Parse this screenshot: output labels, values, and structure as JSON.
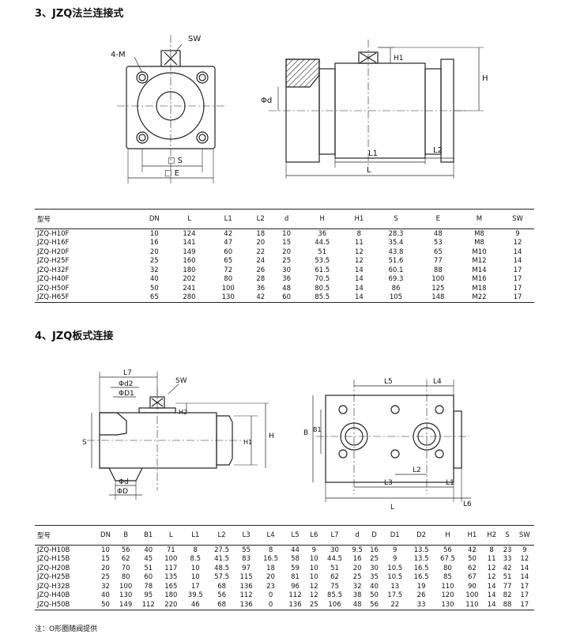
{
  "section3": {
    "heading": "3、JZQ法兰连接式",
    "labels": {
      "sw": "SW",
      "four_m": "4-M",
      "s": "□ S",
      "e": "□ E",
      "h1": "H1",
      "h": "H",
      "phi_d": "Φd",
      "l1": "L1",
      "l2": "L2",
      "l": "L"
    },
    "table": {
      "headers": [
        "型号",
        "DN",
        "L",
        "L1",
        "L2",
        "d",
        "H",
        "H1",
        "S",
        "E",
        "M",
        "SW"
      ],
      "rows": [
        [
          "JZQ-H10F",
          "10",
          "124",
          "42",
          "18",
          "10",
          "36",
          "8",
          "28.3",
          "48",
          "M8",
          "9"
        ],
        [
          "JZQ-H16F",
          "16",
          "141",
          "47",
          "20",
          "15",
          "44.5",
          "11",
          "35.4",
          "53",
          "M8",
          "12"
        ],
        [
          "JZQ-H20F",
          "20",
          "149",
          "60",
          "22",
          "20",
          "51",
          "12",
          "43.8",
          "65",
          "M10",
          "14"
        ],
        [
          "JZQ-H25F",
          "25",
          "160",
          "65",
          "24",
          "25",
          "53.5",
          "12",
          "51.6",
          "77",
          "M12",
          "14"
        ],
        [
          "JZQ-H32F",
          "32",
          "180",
          "72",
          "26",
          "30",
          "61.5",
          "14",
          "60.1",
          "88",
          "M14",
          "17"
        ],
        [
          "JZQ-H40F",
          "40",
          "202",
          "80",
          "28",
          "36",
          "70.5",
          "14",
          "69.3",
          "100",
          "M16",
          "17"
        ],
        [
          "JZQ-H50F",
          "50",
          "241",
          "100",
          "36",
          "48",
          "80.5",
          "14",
          "86",
          "125",
          "M18",
          "17"
        ],
        [
          "JZQ-H65F",
          "65",
          "280",
          "130",
          "42",
          "60",
          "85.5",
          "14",
          "105",
          "148",
          "M22",
          "17"
        ]
      ]
    }
  },
  "section4": {
    "heading": "4、JZQ板式连接",
    "labels": {
      "l7": "L7",
      "phi_d2": "Φd2",
      "phi_d1": "ΦD1",
      "sw": "SW",
      "h2": "H2",
      "s": "S",
      "h1": "H1",
      "h": "H",
      "phi_d": "Φd",
      "phi_D": "ΦD",
      "l5": "L5",
      "l4": "L4",
      "b": "B",
      "b1": "B1",
      "l2": "L2",
      "l3": "L3",
      "l1": "L1",
      "l": "L",
      "l6": "L6"
    },
    "table": {
      "headers": [
        "型号",
        "DN",
        "B",
        "B1",
        "L",
        "L1",
        "L2",
        "L3",
        "L4",
        "L5",
        "L6",
        "L7",
        "d",
        "D",
        "D1",
        "D2",
        "H",
        "H1",
        "H2",
        "S",
        "SW"
      ],
      "rows": [
        [
          "JZQ-H10B",
          "10",
          "56",
          "40",
          "71",
          "8",
          "27.5",
          "55",
          "8",
          "44",
          "9",
          "30",
          "9.5",
          "16",
          "9",
          "13.5",
          "56",
          "42",
          "8",
          "23",
          "9"
        ],
        [
          "JZQ-H15B",
          "15",
          "62",
          "45",
          "100",
          "8.5",
          "41.5",
          "83",
          "16.5",
          "58",
          "10",
          "44.5",
          "16",
          "25",
          "9",
          "13.5",
          "67.5",
          "50",
          "11",
          "33",
          "12"
        ],
        [
          "JZQ-H20B",
          "20",
          "70",
          "51",
          "117",
          "10",
          "48.5",
          "97",
          "18",
          "59",
          "10",
          "51",
          "20",
          "30",
          "10.5",
          "16.5",
          "80",
          "62",
          "12",
          "42",
          "14"
        ],
        [
          "JZQ-H25B",
          "25",
          "80",
          "60",
          "135",
          "10",
          "57.5",
          "115",
          "20",
          "81",
          "10",
          "62",
          "25",
          "35",
          "10.5",
          "16.5",
          "85",
          "67",
          "12",
          "51",
          "14"
        ],
        [
          "JZQ-H32B",
          "32",
          "100",
          "78",
          "165",
          "17",
          "68",
          "136",
          "23",
          "96",
          "12",
          "75",
          "32",
          "40",
          "13",
          "19",
          "110",
          "90",
          "14",
          "77",
          "17"
        ],
        [
          "JZQ-H40B",
          "40",
          "130",
          "95",
          "180",
          "39.5",
          "56",
          "112",
          "0",
          "112",
          "12",
          "85.5",
          "38",
          "50",
          "17.5",
          "26",
          "120",
          "100",
          "14",
          "82",
          "17"
        ],
        [
          "JZQ-H50B",
          "50",
          "149",
          "112",
          "220",
          "46",
          "68",
          "136",
          "0",
          "136",
          "25",
          "106",
          "48",
          "56",
          "22",
          "33",
          "130",
          "110",
          "14",
          "88",
          "17"
        ]
      ]
    },
    "note": "注：O形圈随阀提供"
  }
}
